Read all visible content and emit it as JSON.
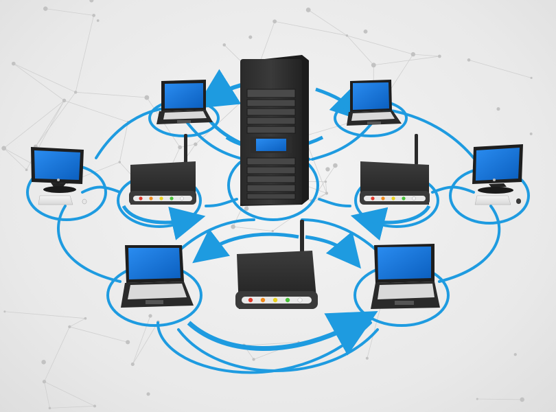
{
  "scene": {
    "description_visible_text": "",
    "colors": {
      "background": "#ececec",
      "network_ring": "#1e9be0",
      "ring_highlight": "#52b8f0",
      "device_body": "#2c2c2c",
      "device_front": "#3a3a3a",
      "screen_blue": "#1573d6",
      "mesh_line": "#c9c9c9",
      "led_red": "#e23a2a",
      "led_orange": "#f08a1a",
      "led_yellow": "#e9d21e",
      "led_green": "#49c23a",
      "led_white": "#f2f2f2"
    },
    "devices": [
      {
        "id": "server",
        "icon": "server-rack-icon"
      },
      {
        "id": "laptop-top-left",
        "icon": "laptop-icon"
      },
      {
        "id": "laptop-top-right",
        "icon": "laptop-icon"
      },
      {
        "id": "desktop-left",
        "icon": "desktop-monitor-icon"
      },
      {
        "id": "desktop-right",
        "icon": "desktop-monitor-icon"
      },
      {
        "id": "router-left",
        "icon": "router-icon"
      },
      {
        "id": "router-right",
        "icon": "router-icon"
      },
      {
        "id": "router-center",
        "icon": "router-icon"
      },
      {
        "id": "laptop-bottom-left",
        "icon": "laptop-icon"
      },
      {
        "id": "laptop-bottom-right",
        "icon": "laptop-icon"
      }
    ]
  }
}
